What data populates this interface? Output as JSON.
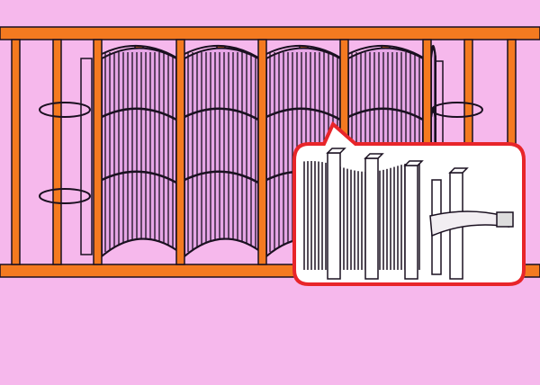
{
  "colors": {
    "background": "#f6b8ec",
    "rail": "#f47a20",
    "panel": "#e6a6e6",
    "callout_border": "#e8252a",
    "outline": "#1a1020"
  },
  "icons": [
    "railing",
    "corrugated-screen-panel",
    "cable-tie",
    "callout-detail"
  ]
}
